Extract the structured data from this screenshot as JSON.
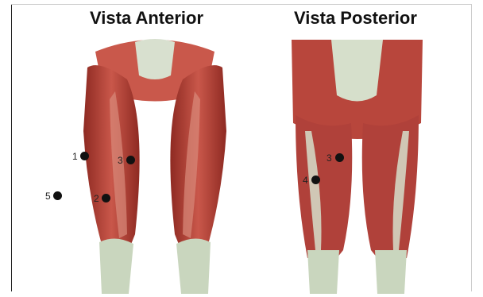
{
  "titles": {
    "anterior": "Vista Anterior",
    "posterior": "Vista Posterior"
  },
  "markers": {
    "anterior": [
      "1",
      "3",
      "2",
      "5"
    ],
    "posterior": [
      "3",
      "4"
    ]
  },
  "colors": {
    "muscle": "#b5423a",
    "muscle_light": "#d98a7a",
    "tendon": "#c9d6be",
    "background": "#ffffff",
    "marker": "#111111"
  }
}
